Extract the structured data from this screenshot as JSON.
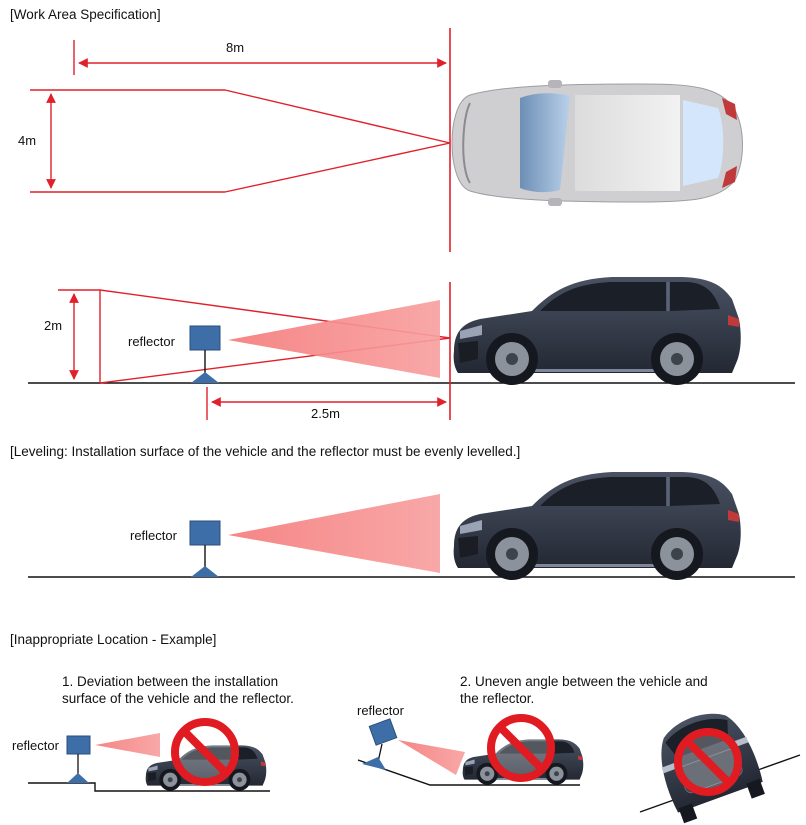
{
  "sections": {
    "work_area_title": "[Work Area Specification]",
    "leveling_title": "[Leveling: Installation surface of the vehicle and the reflector must be evenly levelled.]",
    "inappropriate_title": "[Inappropriate Location - Example]"
  },
  "work_area": {
    "length_label": "8m",
    "width_label": "4m",
    "height_label": "2m",
    "distance_label": "2.5m",
    "reflector_label": "reflector"
  },
  "leveling": {
    "reflector_label": "reflector"
  },
  "examples": {
    "example1_caption_line1": "1. Deviation between the installation",
    "example1_caption_line2": "surface of the vehicle and the reflector.",
    "example1_reflector_label": "reflector",
    "example2_caption_line1": "2. Uneven angle between the vehicle and",
    "example2_caption_line2": "the reflector.",
    "example2_reflector_label": "reflector"
  },
  "colors": {
    "dimension_red": "#e0202a",
    "beam_pink": "#f57b7b",
    "reflector_blue": "#3e6ea8",
    "car_body": "#2e3442",
    "prohibit_red": "#e01b22"
  },
  "icons": [
    "car-top-view-icon",
    "car-side-view-icon",
    "reflector-icon",
    "prohibited-sign-icon"
  ]
}
